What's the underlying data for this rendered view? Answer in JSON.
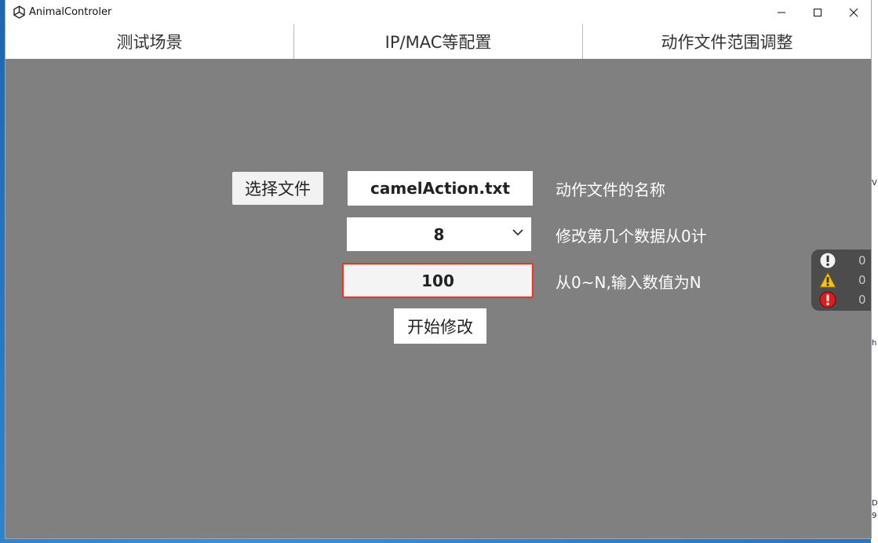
{
  "window": {
    "title": "AnimalControler"
  },
  "tabs": [
    {
      "label": "测试场景"
    },
    {
      "label": "IP/MAC等配置"
    },
    {
      "label": "动作文件范围调整"
    }
  ],
  "form": {
    "select_file_label": "选择文件",
    "file_name_value": "camelAction.txt",
    "file_name_caption": "动作文件的名称",
    "data_index_value": "8",
    "data_index_caption": "修改第几个数据从0计",
    "value_input": "100",
    "value_caption": "从0~N,输入数值为N",
    "start_label": "开始修改"
  },
  "console": {
    "info_count": "0",
    "warning_count": "0",
    "error_count": "0"
  },
  "desktop_edge": {
    "chars": [
      "V",
      "h",
      "D",
      "9"
    ]
  },
  "colors": {
    "content_bg": "#808080",
    "input_border_error": "#e03a2c",
    "warning": "#f2c318",
    "error": "#d81e1e"
  }
}
